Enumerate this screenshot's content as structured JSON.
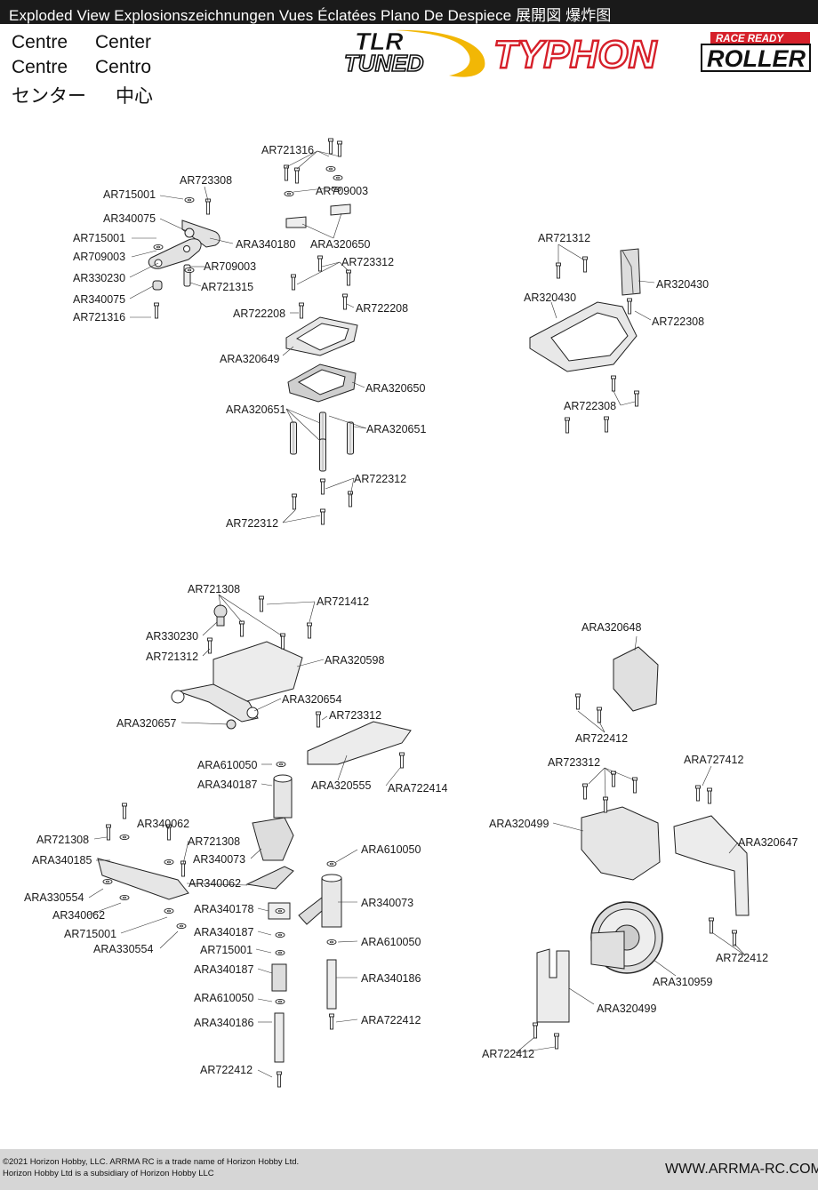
{
  "header": {
    "title": "Exploded View  Explosionszeichnungen  Vues Éclatées  Plano De Despiece 展開図  爆炸图"
  },
  "section": {
    "en_gb": "Centre",
    "en_us": "Center",
    "fr": "Centre",
    "es": "Centro",
    "ja": "センター",
    "zh": "中心"
  },
  "logos": {
    "tlr_top": "TLR",
    "tlr_bottom": "TUNED",
    "product": "TYPHON",
    "badge_top": "RACE READY",
    "badge_bottom": "ROLLER"
  },
  "parts": [
    "AR721316",
    "AR723308",
    "AR715001",
    "AR709003",
    "AR340075",
    "AR715001",
    "AR709003",
    "ARA340180",
    "ARA320650",
    "AR330230",
    "AR709003",
    "AR723312",
    "AR340075",
    "AR721315",
    "AR721316",
    "AR722208",
    "AR722208",
    "ARA320649",
    "ARA320650",
    "ARA320651",
    "ARA320651",
    "AR722312",
    "AR722312",
    "AR721312",
    "AR320430",
    "AR320430",
    "AR722308",
    "AR722308",
    "AR721308",
    "AR721412",
    "AR330230",
    "AR721312",
    "ARA320598",
    "ARA320654",
    "AR723312",
    "ARA320657",
    "ARA610050",
    "ARA340187",
    "ARA320555",
    "ARA722414",
    "AR340062",
    "AR721308",
    "AR721308",
    "ARA340185",
    "AR340073",
    "AR340062",
    "ARA330554",
    "AR340062",
    "AR715001",
    "ARA330554",
    "ARA340178",
    "ARA340187",
    "AR715001",
    "ARA340187",
    "ARA610050",
    "ARA340186",
    "AR722412",
    "ARA610050",
    "AR340073",
    "ARA610050",
    "ARA340186",
    "ARA722412",
    "ARA320648",
    "AR722412",
    "AR723312",
    "ARA727412",
    "ARA320499",
    "ARA320647",
    "AR722412",
    "ARA310959",
    "ARA320499",
    "AR722412"
  ],
  "footer": {
    "copyright_line1": "©2021 Horizon Hobby, LLC. ARRMA RC is a trade name of Horizon Hobby Ltd.",
    "copyright_line2": "Horizon Hobby Ltd is a subsidiary of Horizon Hobby LLC",
    "url": "WWW.ARRMA-RC.COM"
  },
  "colors": {
    "header_bg": "#1a1a1a",
    "logo_yellow": "#f2b705",
    "logo_red": "#d6202a",
    "footer_bg": "#d6d6d6"
  }
}
